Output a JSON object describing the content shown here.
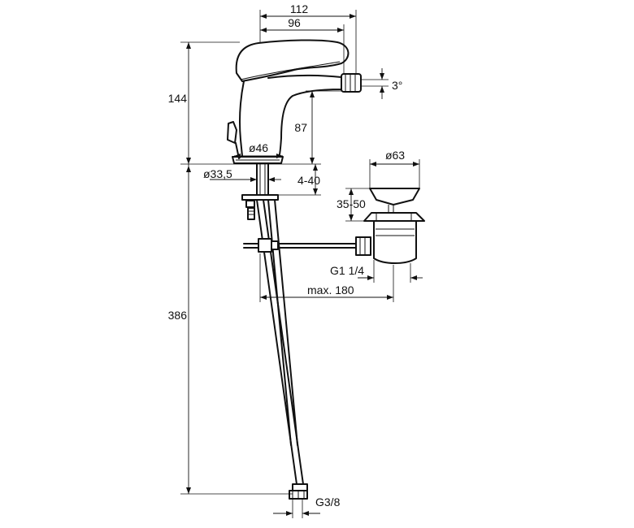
{
  "dimensions": {
    "width_overall": "112",
    "width_spout": "96",
    "height_top": "144",
    "spout_height": "87",
    "tilt_angle": "3°",
    "body_diameter": "ø46",
    "hole_diameter": "ø33,5",
    "deck_thickness": "4-40",
    "waste_diameter": "ø63",
    "waste_height": "35-50",
    "waste_thread": "G1 1/4",
    "rod_distance": "max. 180",
    "total_height": "386",
    "hose_thread": "G3/8"
  }
}
